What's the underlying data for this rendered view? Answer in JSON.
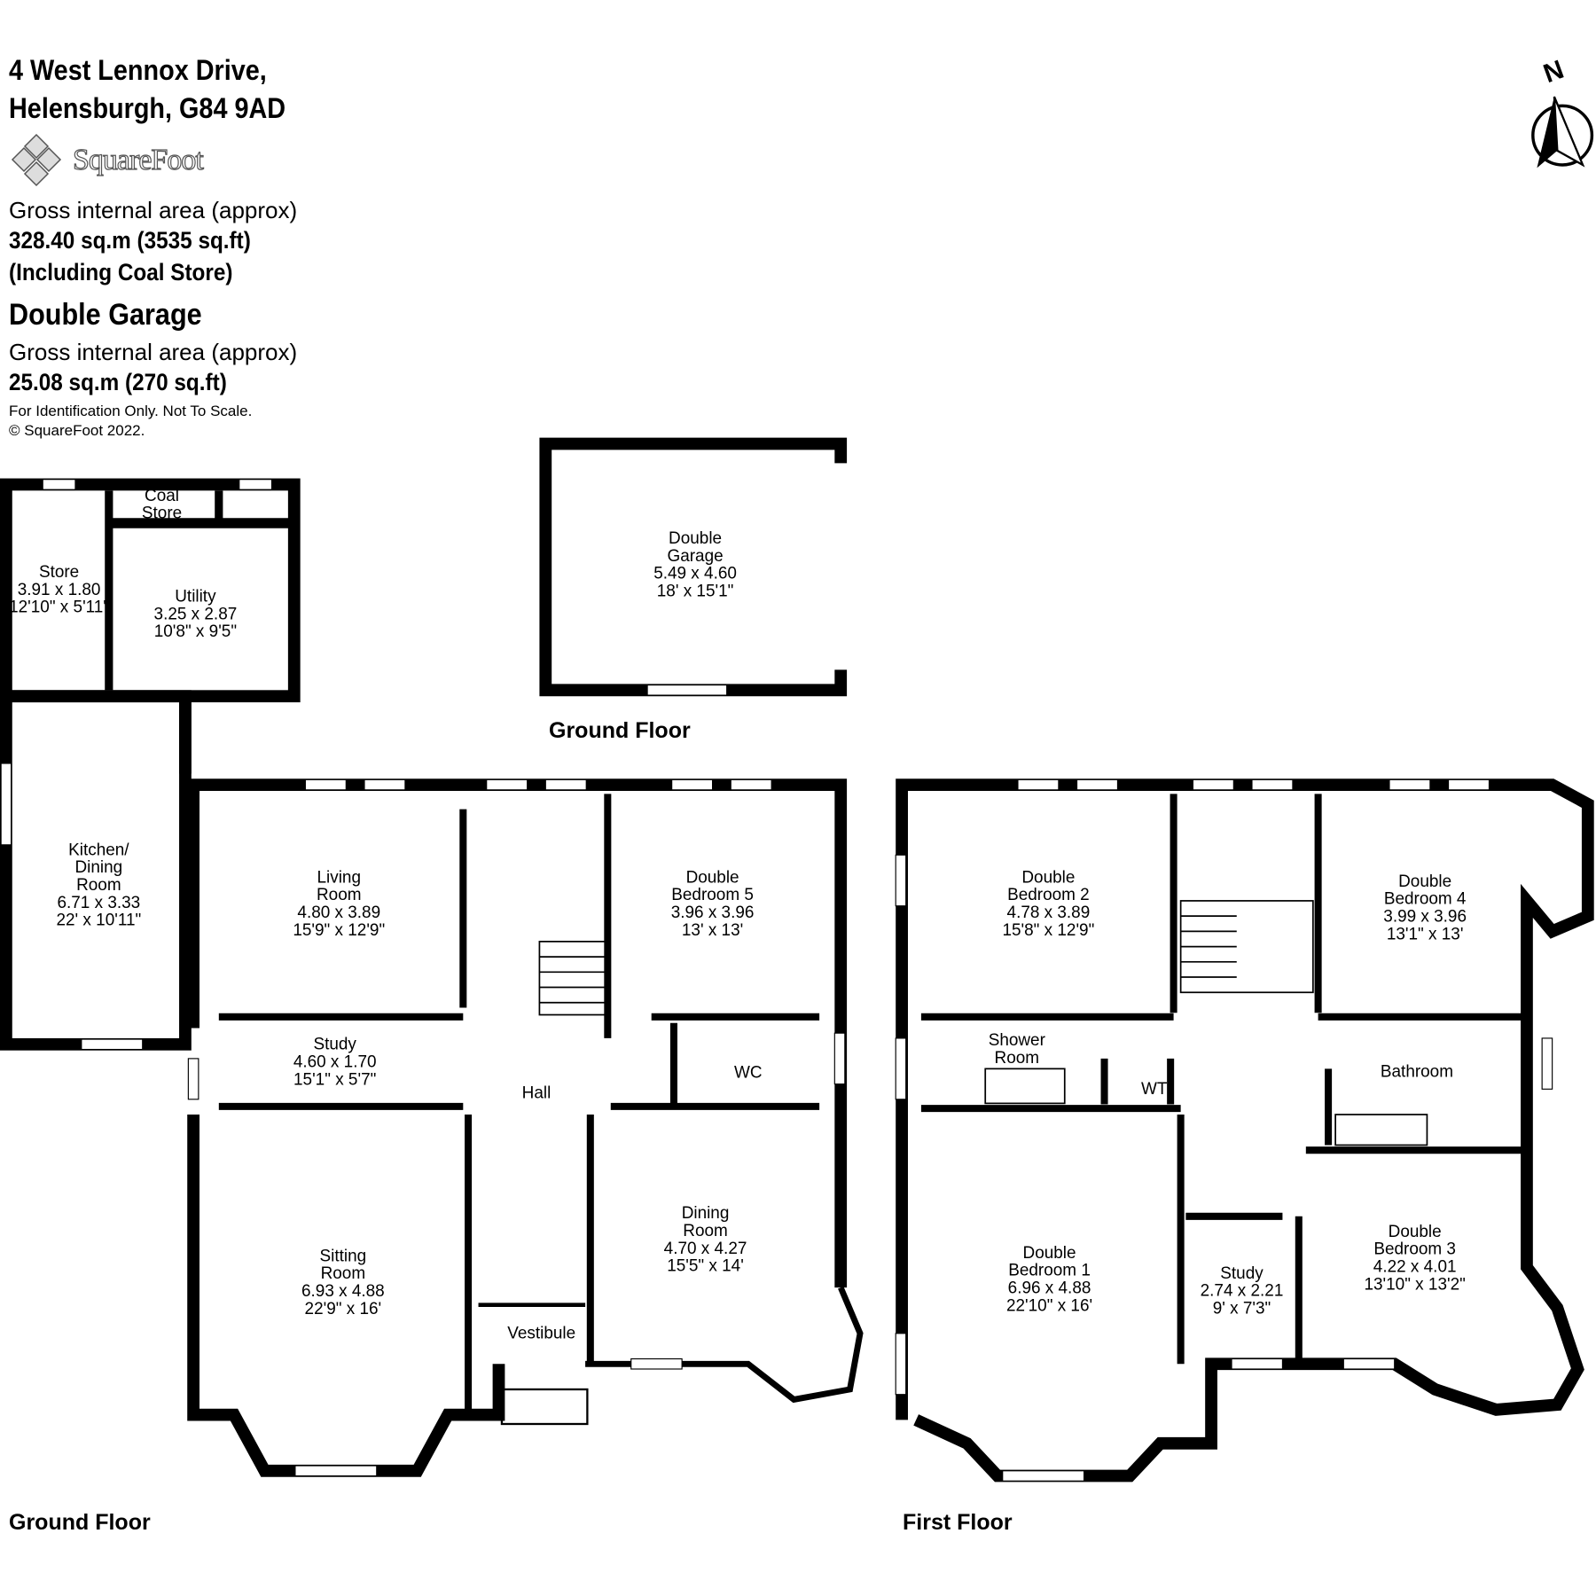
{
  "header": {
    "address_line1": "4 West Lennox Drive,",
    "address_line2": "Helensburgh, G84 9AD",
    "brand": "SquareFoot",
    "gia_label": "Gross internal area (approx)",
    "gia_value": "328.40 sq.m (3535 sq.ft)",
    "gia_note": "(Including Coal Store)",
    "garage_title": "Double Garage",
    "garage_gia_label": "Gross internal area (approx)",
    "garage_gia_value": "25.08 sq.m (270 sq.ft)",
    "disclaimer": "For Identification Only. Not To Scale.",
    "copyright": "© SquareFoot 2022."
  },
  "compass": {
    "label": "N",
    "icon": "north-arrow-icon"
  },
  "floors": {
    "ground_garage": "Ground Floor",
    "ground": "Ground Floor",
    "first": "First Floor"
  },
  "rooms": [
    {
      "id": "coal-store",
      "lines": [
        "Coal",
        "Store"
      ]
    },
    {
      "id": "store",
      "lines": [
        "Store",
        "3.91 x 1.80",
        "12'10\" x 5'11\""
      ]
    },
    {
      "id": "utility",
      "lines": [
        "Utility",
        "3.25 x 2.87",
        "10'8\" x 9'5\""
      ]
    },
    {
      "id": "kitchen-dining-room",
      "lines": [
        "Kitchen/",
        "Dining",
        "Room",
        "6.71 x 3.33",
        "22' x 10'11\""
      ]
    },
    {
      "id": "double-garage",
      "lines": [
        "Double",
        "Garage",
        "5.49 x 4.60",
        "18' x 15'1\""
      ]
    },
    {
      "id": "living-room",
      "lines": [
        "Living",
        "Room",
        "4.80 x 3.89",
        "15'9\" x 12'9\""
      ]
    },
    {
      "id": "double-bedroom-5",
      "lines": [
        "Double",
        "Bedroom 5",
        "3.96 x 3.96",
        "13' x 13'"
      ]
    },
    {
      "id": "study-ground",
      "lines": [
        "Study",
        "4.60 x 1.70",
        "15'1\" x 5'7\""
      ]
    },
    {
      "id": "hall",
      "lines": [
        "Hall"
      ]
    },
    {
      "id": "wc",
      "lines": [
        "WC"
      ]
    },
    {
      "id": "sitting-room",
      "lines": [
        "Sitting",
        "Room",
        "6.93 x 4.88",
        "22'9\" x 16'"
      ]
    },
    {
      "id": "dining-room",
      "lines": [
        "Dining",
        "Room",
        "4.70 x 4.27",
        "15'5\" x 14'"
      ]
    },
    {
      "id": "vestibule",
      "lines": [
        "Vestibule"
      ]
    },
    {
      "id": "double-bedroom-2",
      "lines": [
        "Double",
        "Bedroom 2",
        "4.78 x 3.89",
        "15'8\" x 12'9\""
      ]
    },
    {
      "id": "double-bedroom-4",
      "lines": [
        "Double",
        "Bedroom 4",
        "3.99 x 3.96",
        "13'1\" x 13'"
      ]
    },
    {
      "id": "shower-room",
      "lines": [
        "Shower",
        "Room"
      ]
    },
    {
      "id": "wt",
      "lines": [
        "WT"
      ]
    },
    {
      "id": "bathroom",
      "lines": [
        "Bathroom"
      ]
    },
    {
      "id": "double-bedroom-1",
      "lines": [
        "Double",
        "Bedroom 1",
        "6.96 x 4.88",
        "22'10\" x 16'"
      ]
    },
    {
      "id": "study-first",
      "lines": [
        "Study",
        "2.74 x 2.21",
        "9' x 7'3\""
      ]
    },
    {
      "id": "double-bedroom-3",
      "lines": [
        "Double",
        "Bedroom 3",
        "4.22 x 4.01",
        "13'10\" x 13'2\""
      ]
    }
  ]
}
